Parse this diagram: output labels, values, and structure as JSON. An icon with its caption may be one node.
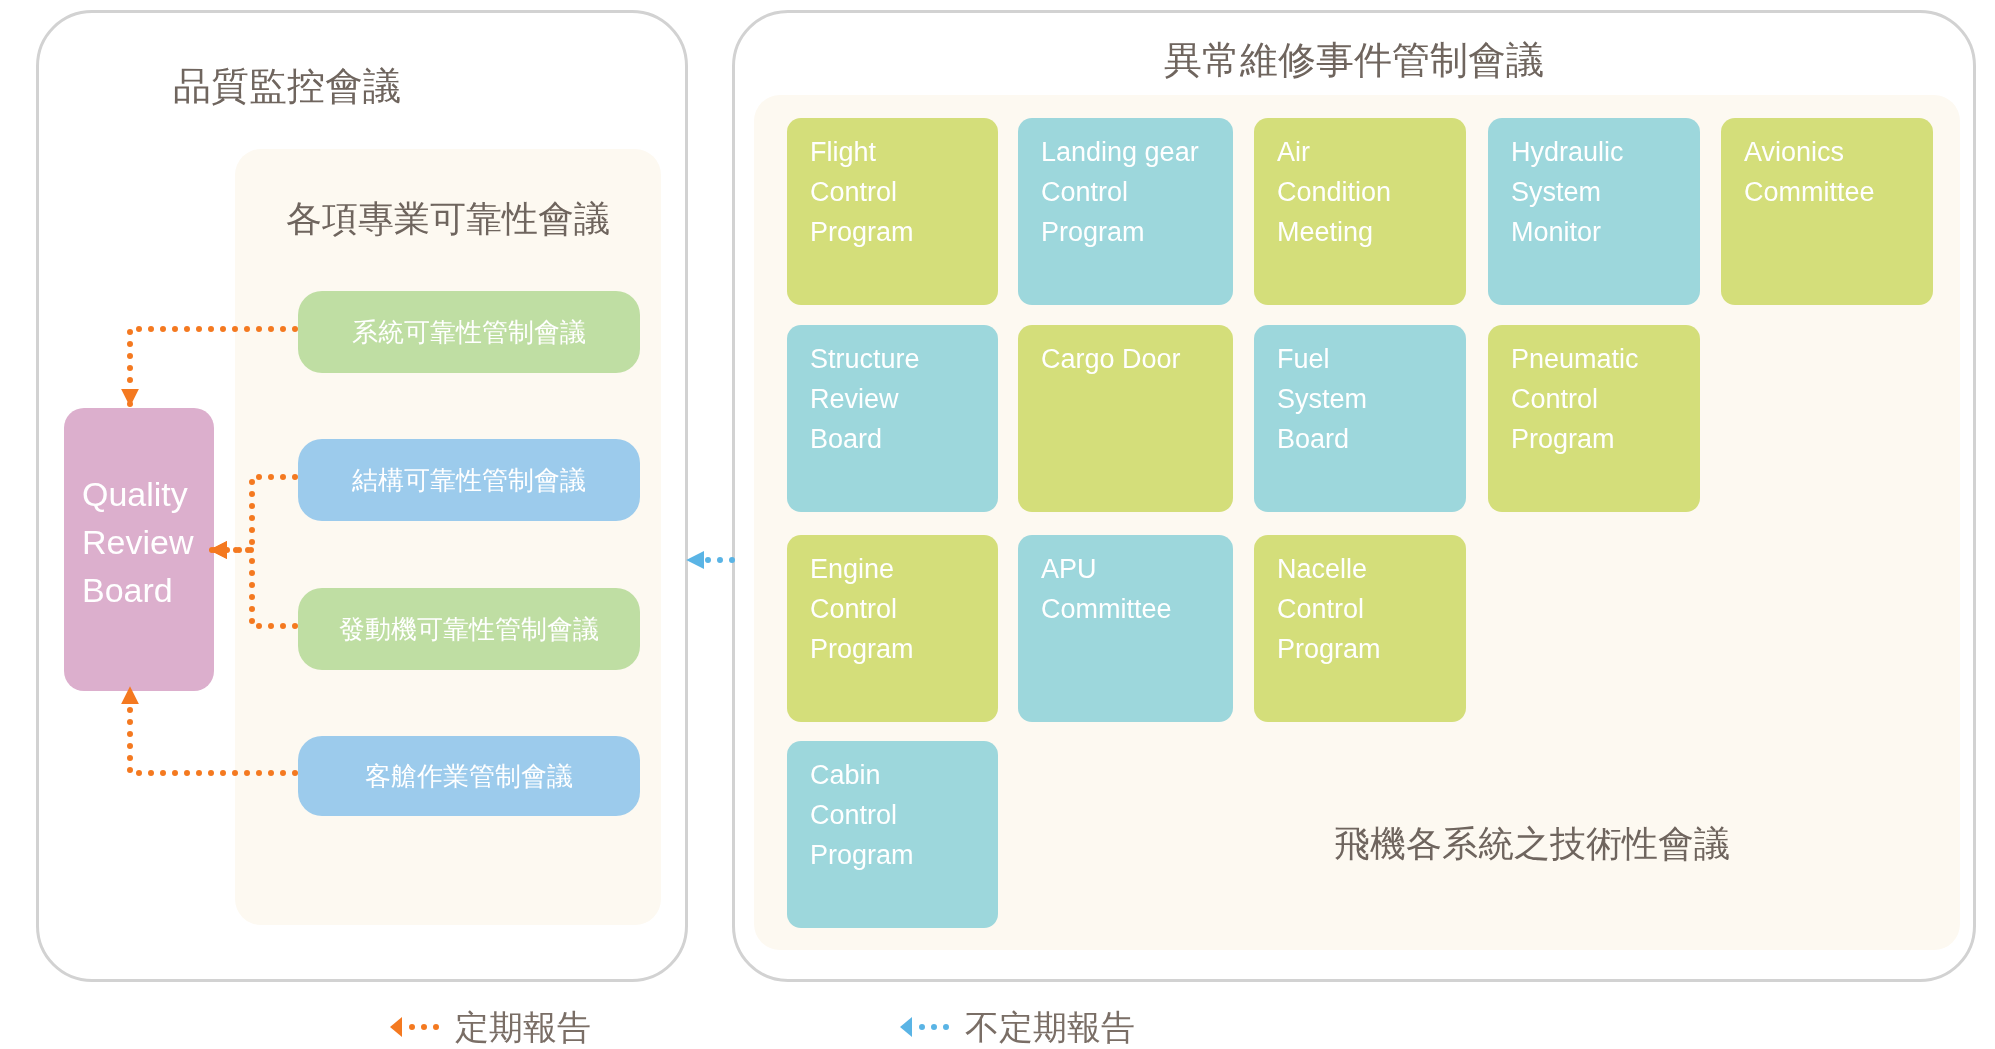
{
  "diagram": {
    "nodes": [
      {
        "text": [
          "品質監控會議"
        ]
      },
      {
        "text": [
          "各項專業可靠性會議"
        ],
        "in": 0
      },
      {
        "text": [
          "Quality Review Board"
        ],
        "in": 0
      },
      {
        "text": [
          "系統可靠性管制會議"
        ],
        "in": 1
      },
      {
        "text": [
          "結構可靠性管制會議"
        ],
        "in": 1
      },
      {
        "text": [
          "發動機可靠性管制會議"
        ],
        "in": 1
      },
      {
        "text": [
          "客艙作業管制會議"
        ],
        "in": 1
      },
      {
        "text": [
          "異常維修事件管制會議"
        ]
      },
      {
        "text": [
          "飛機各系統之技術性會議"
        ],
        "in": 7
      },
      {
        "text": [
          "Flight Control Program"
        ],
        "in": 8
      },
      {
        "text": [
          "Landing gear Control Program"
        ],
        "in": 8
      },
      {
        "text": [
          "Air Condition Meeting"
        ],
        "in": 8
      },
      {
        "text": [
          "Hydraulic System Monitor"
        ],
        "in": 8
      },
      {
        "text": [
          "Avionics Committee"
        ],
        "in": 8
      },
      {
        "text": [
          "Structure Review Board"
        ],
        "in": 8
      },
      {
        "text": [
          "Cargo Door"
        ],
        "in": 8
      },
      {
        "text": [
          "Fuel System Board"
        ],
        "in": 8
      },
      {
        "text": [
          "Pneumatic Control Program"
        ],
        "in": 8
      },
      {
        "text": [
          "Engine Control Program"
        ],
        "in": 8
      },
      {
        "text": [
          "APU Committee"
        ],
        "in": 8
      },
      {
        "text": [
          "Nacelle Control Program"
        ],
        "in": 8
      },
      {
        "text": [
          "Cabin Control Program"
        ],
        "in": 8
      }
    ],
    "edges": [
      {
        "from": 3,
        "to": 2,
        "arrow": "to"
      },
      {
        "from": 4,
        "to": 2,
        "arrow": "to"
      },
      {
        "from": 5,
        "to": 2,
        "arrow": "to"
      },
      {
        "from": 6,
        "to": 2,
        "arrow": "to"
      },
      {
        "from": 7,
        "to": 0,
        "arrow": "to",
        "color": "#5ab4e5"
      }
    ],
    "legend": [
      {
        "text": "定期報告"
      },
      {
        "text": "不定期報告"
      }
    ]
  }
}
